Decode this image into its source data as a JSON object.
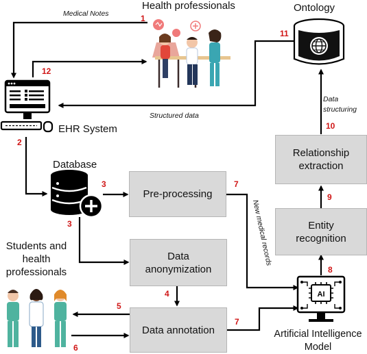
{
  "labels": {
    "health_professionals": "Health professionals",
    "ontology": "Ontology",
    "ehr_system": "EHR System",
    "database": "Database",
    "students": "Students and\nhealth\nprofessionals",
    "ai_model": "Artificial Intelligence\nModel"
  },
  "boxes": {
    "preprocessing": "Pre-processing",
    "anonymization": "Data\nanonymization",
    "annotation": "Data annotation",
    "entity": "Entity\nrecognition",
    "relationship": "Relationship\nextraction"
  },
  "edge_labels": {
    "medical_notes": "Medical Notes",
    "structured_data": "Structured data",
    "data_structuring": "Data\nstructuring",
    "new_medical_records": "New medical records"
  },
  "steps": [
    "1",
    "2",
    "3",
    "3",
    "4",
    "5",
    "6",
    "7",
    "7",
    "8",
    "9",
    "10",
    "11",
    "12"
  ],
  "colors": {
    "step_number": "#d01616",
    "box_fill": "#d9d9d9",
    "arrow": "#000000"
  }
}
